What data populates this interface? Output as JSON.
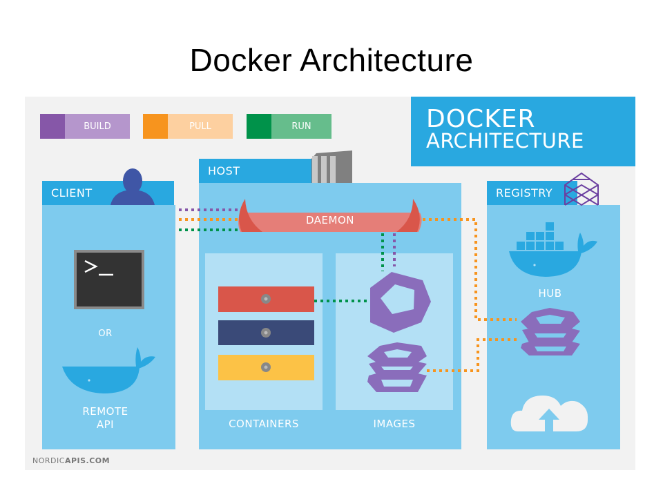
{
  "slide": {
    "title": "Docker Architecture"
  },
  "legend": [
    {
      "label": "BUILD",
      "swatch": "#8657a8",
      "fill": "#b596cc"
    },
    {
      "label": "PULL",
      "swatch": "#f7941e",
      "fill": "#fdd0a0"
    },
    {
      "label": "RUN",
      "swatch": "#00924a",
      "fill": "#66bd8c"
    }
  ],
  "brand": {
    "line1": "DOCKER",
    "line2": "ARCHITECTURE"
  },
  "client": {
    "header": "CLIENT",
    "or_label": "OR",
    "remote_api": [
      "REMOTE",
      "API"
    ],
    "terminal_prompt": ">_"
  },
  "host": {
    "header": "HOST",
    "daemon": "DAEMON",
    "containers_label": "CONTAINERS",
    "images_label": "IMAGES"
  },
  "registry": {
    "header": "REGISTRY",
    "hub_label": "HUB"
  },
  "footer": {
    "source_light": "NORDIC",
    "source_bold": "APIS.COM"
  },
  "colors": {
    "header_blue": "#29a8e0",
    "body_blue": "#7ecbee",
    "inner_blue": "#b3e0f5",
    "daemon": "#e57e78",
    "image_purple": "#8a6dbb",
    "container_red": "#d9564a",
    "container_navy": "#3a4a78",
    "container_yellow": "#fcc246"
  },
  "icons": {
    "user": "user-silhouette-icon",
    "server": "server-columns-icon",
    "lattice": "lattice-building-icon",
    "terminal": "terminal-icon",
    "whale": "docker-whale-icon",
    "cloud": "cloud-upload-icon",
    "image": "image-heptagon-icon",
    "layers": "image-layers-icon",
    "gear": "gear-icon"
  }
}
